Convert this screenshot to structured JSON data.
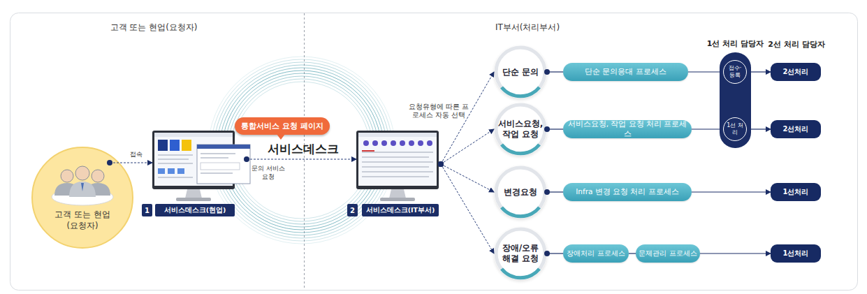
{
  "diagram": {
    "nodes": [
      {
        "text": [
          "고객 또는 현업 (요청자)"
        ]
      },
      {
        "text": [
          "서비스데스크(현업)"
        ]
      },
      {
        "text": [
          "통합서비스 요청 페이지"
        ]
      },
      {
        "text": [
          "서비스데스크(IT부서)"
        ]
      },
      {
        "text": [
          "단순 문의"
        ]
      },
      {
        "text": [
          "서비스요청, 작업 요청"
        ]
      },
      {
        "text": [
          "변경요청"
        ]
      },
      {
        "text": [
          "장애/오류 해결 요청"
        ]
      },
      {
        "text": [
          "단순 문의응대 프로세스"
        ]
      },
      {
        "text": [
          "서비스요청, 작업 요청 처리 프로세스"
        ]
      },
      {
        "text": [
          "Infra 변경 요청 처리 프로세스"
        ]
      },
      {
        "text": [
          "장애처리 프로세스"
        ]
      },
      {
        "text": [
          "문제관리 프로세스"
        ]
      },
      {
        "text": [
          "1선 처리 담당자"
        ]
      },
      {
        "text": [
          "접수· 등록"
        ],
        "in": 13
      },
      {
        "text": [
          "1선 처리"
        ],
        "in": 13
      },
      {
        "text": [
          "2선처리"
        ]
      },
      {
        "text": [
          "2선처리"
        ]
      },
      {
        "text": [
          "1선처리"
        ]
      },
      {
        "text": [
          "1선처리"
        ]
      }
    ],
    "edges": [
      {
        "from": 0,
        "to": 1,
        "arrow": "to",
        "label": "접속"
      },
      {
        "from": 1,
        "to": 3,
        "arrow": "to",
        "label": "문의 서비스요청"
      },
      {
        "from": 3,
        "to": 4,
        "arrow": "to"
      },
      {
        "from": 3,
        "to": 5,
        "arrow": "to"
      },
      {
        "from": 3,
        "to": 6,
        "arrow": "to"
      },
      {
        "from": 3,
        "to": 7,
        "arrow": "to"
      },
      {
        "from": 4,
        "to": 8,
        "arrow": "none"
      },
      {
        "from": 5,
        "to": 9,
        "arrow": "none"
      },
      {
        "from": 6,
        "to": 10,
        "arrow": "none"
      },
      {
        "from": 7,
        "to": 11,
        "arrow": "none"
      },
      {
        "from": 11,
        "to": 12,
        "arrow": "none"
      },
      {
        "from": 8,
        "to": 14,
        "arrow": "none"
      },
      {
        "from": 14,
        "to": 16,
        "arrow": "to"
      },
      {
        "from": 9,
        "to": 15,
        "arrow": "none"
      },
      {
        "from": 15,
        "to": 17,
        "arrow": "to"
      },
      {
        "from": 10,
        "to": 18,
        "arrow": "to"
      },
      {
        "from": 12,
        "to": 19,
        "arrow": "to"
      }
    ],
    "labels": [
      "고객 또는 현업(요청자)",
      "IT부서(처리부서)",
      "1",
      "2",
      "서비스데스크",
      "요청유형에 따른 프로세스 자동 선택",
      "2선 처리 담당자"
    ]
  }
}
